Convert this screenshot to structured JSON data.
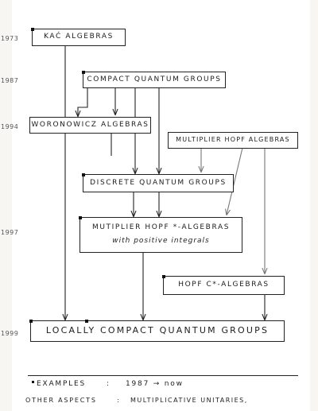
{
  "years": [
    "1973",
    "1987",
    "1994",
    "1997",
    "1999"
  ],
  "boxes": {
    "kac": "KAĆ ALGEBRAS",
    "compact": "COMPACT QUANTUM GROUPS",
    "woronowicz": "WORONOWICZ ALGEBRAS",
    "multiplier": "MULTIPLIER HOPF ALGEBRAS",
    "discrete": "DISCRETE QUANTUM GROUPS",
    "mhstar_line1": "MUTIPLIER HOPF *-ALGEBRAS",
    "mhstar_line2": "with positive integrals",
    "hopfc": "HOPF C*-ALGEBRAS",
    "lcqg": "LOCALLY COMPACT QUANTUM GROUPS"
  },
  "footer": {
    "examples_label": "EXAMPLES",
    "examples_sep": ":",
    "examples_value": "1987 → now",
    "other_label": "OTHER ASPECTS",
    "other_sep": ":",
    "other_value": "MULTIPLICATIVE UNITARIES,"
  }
}
